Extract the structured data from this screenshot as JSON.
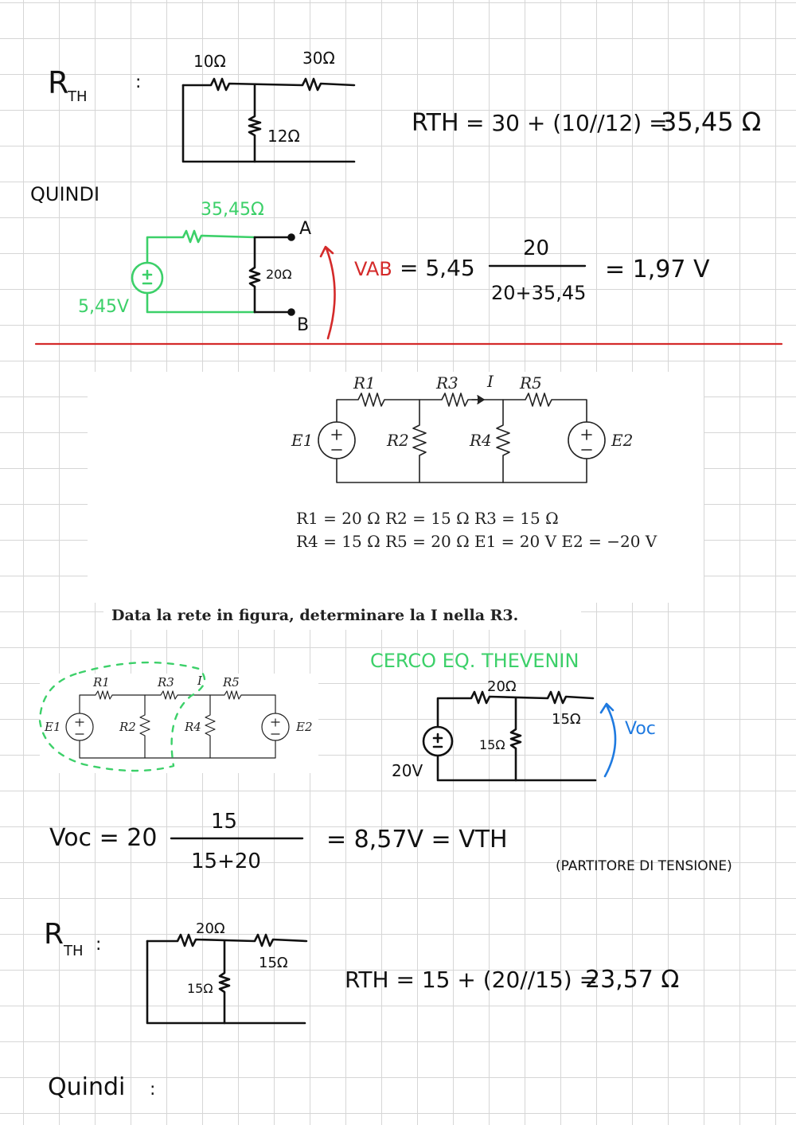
{
  "colors": {
    "ink": "#111111",
    "green": "#3cd069",
    "red": "#d42a2a",
    "blue": "#1f7ae0",
    "grid": "#d6d6d6"
  },
  "rth1": {
    "label": "R",
    "sub": "TH",
    "colon": ":",
    "r_left": "10Ω",
    "r_right": "30Ω",
    "r_mid": "12Ω",
    "eq_lhs": "RTH",
    "eq_rhs": "= 30 + (10//12) =",
    "eq_result": "35,45 Ω"
  },
  "quindi1": {
    "label": "QUINDI",
    "r_series": "35,45Ω",
    "r_load": "20Ω",
    "source": "5,45V",
    "node_a": "A",
    "node_b": "B",
    "vab_label": "VAB",
    "eq": "= 5,45",
    "num": "20",
    "den": "20+35,45",
    "result": "= 1,97 V"
  },
  "problem": {
    "r1": "R1",
    "r2": "R2",
    "r3": "R3",
    "r4": "R4",
    "r5": "R5",
    "i": "I",
    "e1": "E1",
    "e2": "E2",
    "values_line1": "R1 = 20 Ω R2 = 15 Ω R3 = 15 Ω",
    "values_line2": "R4 = 15 Ω R5 = 20 Ω E1 = 20 V E2 = −20 V",
    "statement": "Data la rete in figura, determinare la I nella R3."
  },
  "thev": {
    "title": "CERCO EQ. THEVENIN",
    "r_series": "20Ω",
    "r_out": "15Ω",
    "r_shunt": "15Ω",
    "source": "20V",
    "voc_label": "Voc",
    "voc_lhs": "Voc = 20",
    "voc_num": "15",
    "voc_den": "15+20",
    "voc_result": "= 8,57V = VTH",
    "note": "(PARTITORE DI TENSIONE)"
  },
  "rth2": {
    "label": "R",
    "sub": "TH",
    "colon": ":",
    "r_series": "20Ω",
    "r_out": "15Ω",
    "r_shunt": "15Ω",
    "eq": "RTH = 15 + (20//15) =",
    "result": "23,57 Ω"
  },
  "quindi2": {
    "label": "Quindi",
    "colon": ":"
  }
}
